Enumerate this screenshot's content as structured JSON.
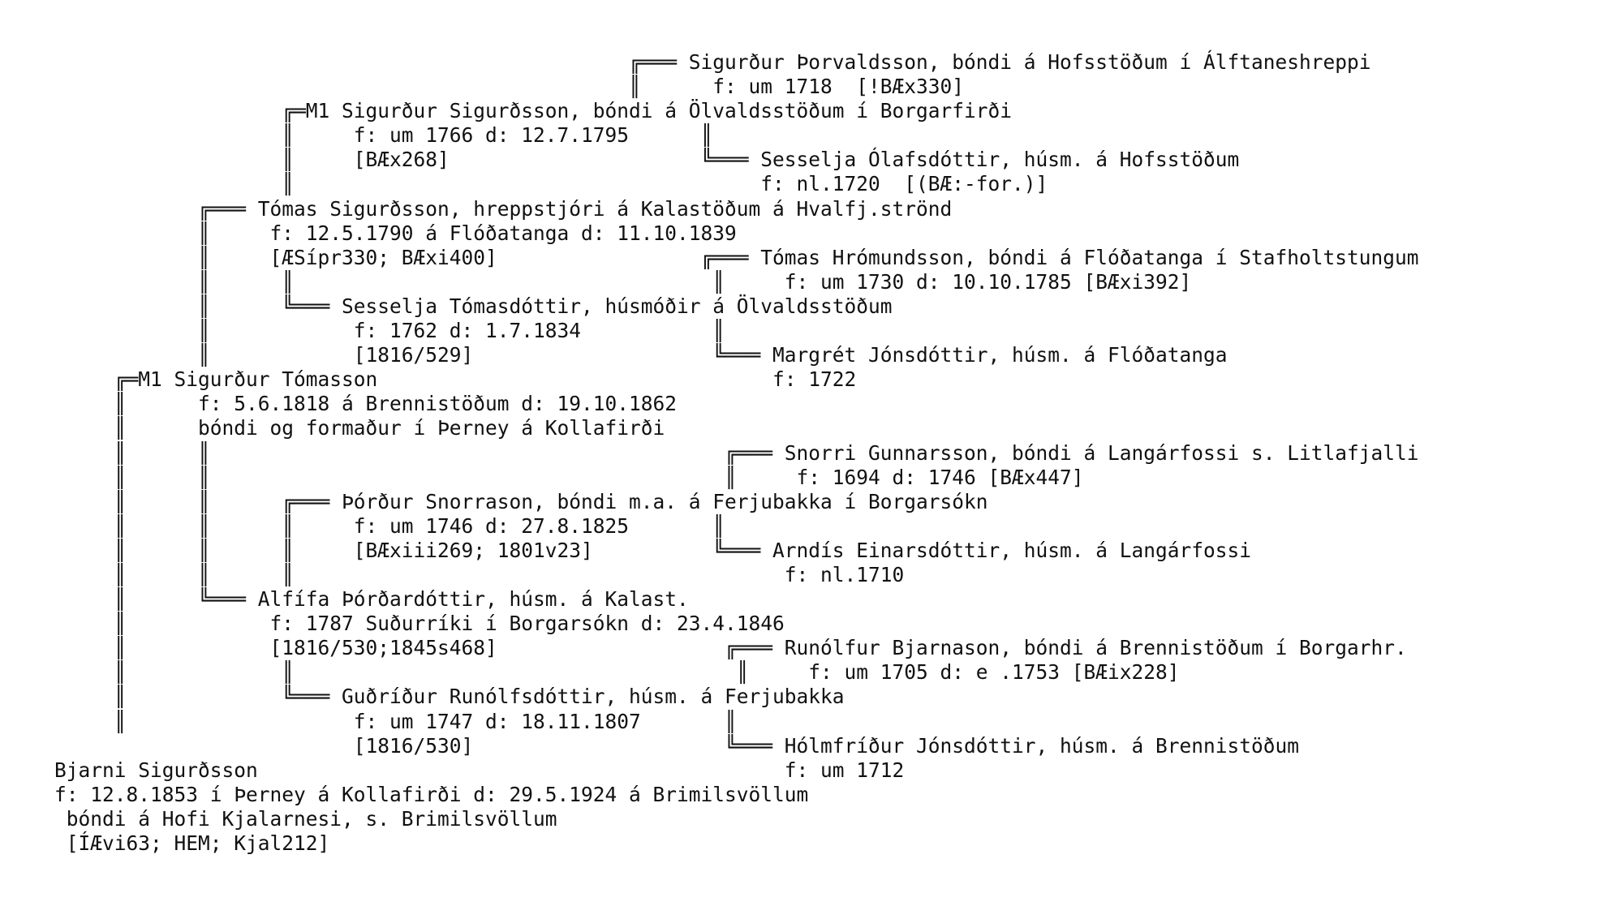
{
  "pedigree_lines": [
    "                                                ╔═══ Sigurður Þorvaldsson, bóndi á Hofsstöðum í Álftaneshreppi",
    "                                                ║      f: um 1718  [!BÆx330]",
    "                   ╔═M1 Sigurður Sigurðsson, bóndi á Ölvaldsstöðum í Borgarfirði",
    "                   ║     f: um 1766 d: 12.7.1795      ║",
    "                   ║     [BÆx268]                     ╚═══ Sesselja Ólafsdóttir, húsm. á Hofsstöðum",
    "                   ║                                       f: nl.1720  [(BÆ:-for.)]",
    "            ╔═══ Tómas Sigurðsson, hreppstjóri á Kalastöðum á Hvalfj.strönd",
    "            ║     f: 12.5.1790 á Flóðatanga d: 11.10.1839",
    "            ║     [ÆSípr330; BÆxi400]                 ╔═══ Tómas Hrómundsson, bóndi á Flóðatanga í Stafholtstungum",
    "            ║      ║                                   ║     f: um 1730 d: 10.10.1785 [BÆxi392]",
    "            ║      ╚═══ Sesselja Tómasdóttir, húsmóðir á Ölvaldsstöðum",
    "            ║            f: 1762 d: 1.7.1834           ║",
    "            ║            [1816/529]                    ╚═══ Margrét Jónsdóttir, húsm. á Flóðatanga",
    "     ╔═M1 Sigurður Tómasson                                 f: 1722",
    "     ║      f: 5.6.1818 á Brennistöðum d: 19.10.1862",
    "     ║      bóndi og formaður í Þerney á Kollafirði",
    "     ║      ║                                           ╔═══ Snorri Gunnarsson, bóndi á Langárfossi s. Litlafjalli",
    "     ║      ║                                           ║     f: 1694 d: 1746 [BÆx447]",
    "     ║      ║      ╔═══ Þórður Snorrason, bóndi m.a. á Ferjubakka í Borgarsókn",
    "     ║      ║      ║     f: um 1746 d: 27.8.1825       ║",
    "     ║      ║      ║     [BÆxiii269; 1801v23]          ╚═══ Arndís Einarsdóttir, húsm. á Langárfossi",
    "     ║      ║      ║                                         f: nl.1710",
    "     ║      ╚═══ Alfífa Þórðardóttir, húsm. á Kalast.",
    "     ║            f: 1787 Suðurríki í Borgarsókn d: 23.4.1846",
    "     ║            [1816/530;1845s468]                   ╔═══ Runólfur Bjarnason, bóndi á Brennistöðum í Borgarhr.",
    "     ║             ║                                     ║     f: um 1705 d: e .1753 [BÆix228]",
    "     ║             ╚═══ Guðríður Runólfsdóttir, húsm. á Ferjubakka",
    "     ║                   f: um 1747 d: 18.11.1807       ║",
    "                         [1816/530]                     ╚═══ Hólmfríður Jónsdóttir, húsm. á Brennistöðum",
    "Bjarni Sigurðsson                                            f: um 1712",
    "f: 12.8.1853 í Þerney á Kollafirði d: 29.5.1924 á Brimilsvöllum",
    " bóndi á Hofi Kjalarnesi, s. Brimilsvöllum",
    " [ÍÆvi63; HEM; Kjal212]"
  ]
}
